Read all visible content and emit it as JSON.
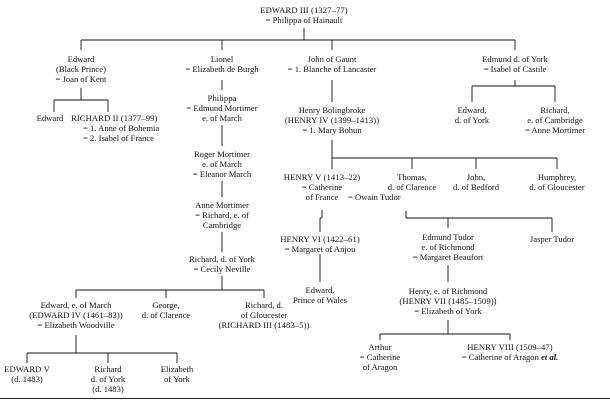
{
  "tree": {
    "edward3": [
      "EDWARD III (1327–77)",
      "= Philippa of Hainault"
    ],
    "black_prince": [
      "Edward",
      "(Black Prince)",
      "= Joan of Kent"
    ],
    "lionel": [
      "Lionel",
      "= Elizabeth de Burgh"
    ],
    "gaunt": [
      "John of Gaunt",
      "= 1. Blanche of Lancaster"
    ],
    "edmund_york": [
      "Edmund d. of York",
      "= Isabel of Castile"
    ],
    "edward_son": [
      "Edward"
    ],
    "richard2": [
      "RICHARD II (1377–99)",
      "= 1. Anne of Bohemia",
      "= 2. Isabel of France"
    ],
    "philippa": [
      "Philippa",
      "= Edmund Mortimer",
      "e. of March"
    ],
    "roger": [
      "Roger Mortimer",
      "e. of March",
      "= Eleanor March"
    ],
    "anne": [
      "Anne Mortimer",
      "= Richard, e. of",
      "Cambridge"
    ],
    "richard_york": [
      "Richard, d. of York",
      "= Cecily Neville"
    ],
    "edward4": [
      "Edward, e. of March",
      "(EDWARD IV (1461–83))",
      "= Elizabeth Woodville"
    ],
    "george": [
      "George,",
      "d. of Clarence"
    ],
    "richard3": [
      "Richard, d.",
      "of Gloucester",
      "(RICHARD III (1483–5))"
    ],
    "edward5": [
      "EDWARD V",
      "(d. 1483)"
    ],
    "richard_york2": [
      "Richard",
      "d. of York",
      "(d. 1483)"
    ],
    "elizabeth_york": [
      "Elizabeth",
      "of York"
    ],
    "henry4": [
      "Henry Bolingbroke",
      "(HENRY IV (1399–1413))",
      "= 1. Mary Bohun"
    ],
    "edward_ed": [
      "Edward,",
      "d. of York"
    ],
    "richard_cam": [
      "Richard,",
      "e. of Cambridge",
      "= Anne Mortimer"
    ],
    "henry5": [
      "HENRY V (1413–22)",
      "= Catherine",
      "of France"
    ],
    "owain": [
      "= Owain Tudor"
    ],
    "thomas": [
      "Thomas,",
      "d. of Clarence"
    ],
    "john_bed": [
      "John,",
      "d. of Bedford"
    ],
    "humphrey": [
      "Humphrey,",
      "d. of Gloucester"
    ],
    "henry6": [
      "HENRY VI (1422–61)",
      "= Margaret of Anjou"
    ],
    "edmund_tudor": [
      "Edmund Tudor",
      "e. of Richmond",
      "= Margaret Beaufort"
    ],
    "jasper": [
      "Jasper Tudor"
    ],
    "edward_pw": [
      "Edward,",
      "Prince of Wales"
    ],
    "henry7": [
      "Henry, e. of Richmond",
      "(HENRY VII (1485–1509))",
      "= Elizabeth of York"
    ],
    "arthur": [
      "Arthur",
      "= Catherine",
      "of Aragon"
    ],
    "henry8": [
      "HENRY VIII (1509–47)",
      "= Catherine of Aragon"
    ],
    "henry8_etal": "et al."
  }
}
